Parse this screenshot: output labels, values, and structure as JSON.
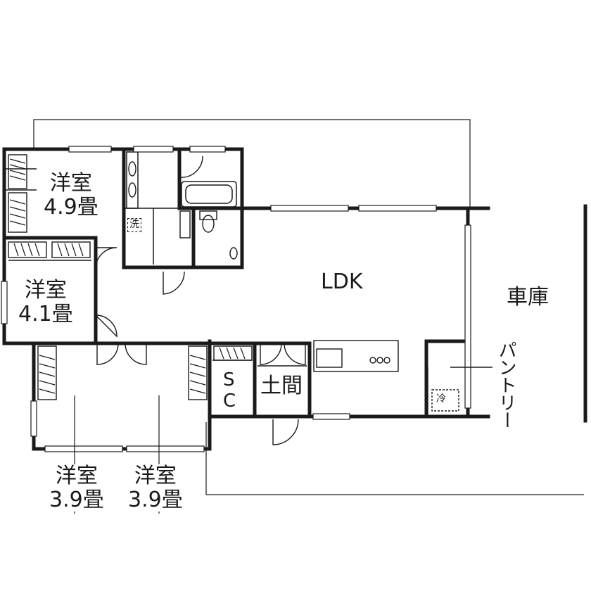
{
  "plan": {
    "rooms": {
      "room_a": {
        "name": "洋室",
        "size": "4.9畳"
      },
      "room_b": {
        "name": "洋室",
        "size": "4.1畳"
      },
      "room_c": {
        "name": "洋室",
        "size": "3.9畳"
      },
      "room_d": {
        "name": "洋室",
        "size": "3.9畳"
      },
      "ldk": "LDK",
      "garage": "車庫",
      "pantry": "パントリー",
      "sc_top": "S",
      "sc_bottom": "C",
      "doma": "土間",
      "laundry": "洗",
      "fridge": "冷"
    }
  }
}
